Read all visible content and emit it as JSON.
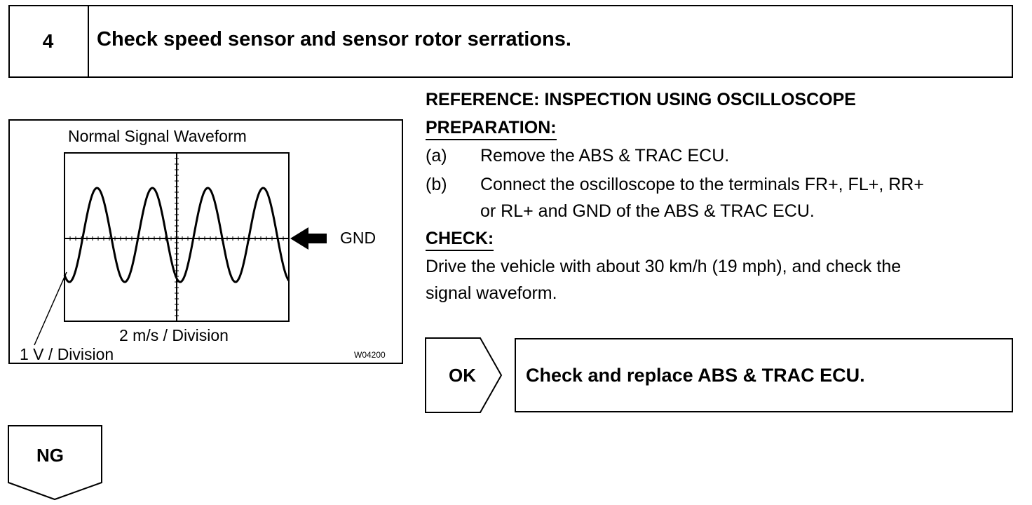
{
  "step": {
    "number": "4",
    "title": "Check speed sensor and sensor rotor serrations."
  },
  "figure": {
    "title": "Normal Signal Waveform",
    "gnd_label": "GND",
    "x_division": "2 m/s / Division",
    "y_division": "1 V / Division",
    "figure_code": "W04200"
  },
  "reference": {
    "heading": "REFERENCE: INSPECTION USING OSCILLOSCOPE",
    "preparation_label": "PREPARATION:",
    "steps": [
      {
        "marker": "(a)",
        "text": "Remove the ABS & TRAC ECU."
      },
      {
        "marker": "(b)",
        "text_line1": "Connect the oscilloscope to the terminals FR+, FL+, RR+",
        "text_line2": "or RL+ and GND of the ABS & TRAC ECU."
      }
    ],
    "check_label": "CHECK:",
    "check_line1": "Drive the vehicle with about 30 km/h (19 mph), and check the",
    "check_line2": "signal waveform."
  },
  "results": {
    "ok_label": "OK",
    "ok_action": "Check and replace ABS & TRAC ECU.",
    "ng_label": "NG"
  }
}
